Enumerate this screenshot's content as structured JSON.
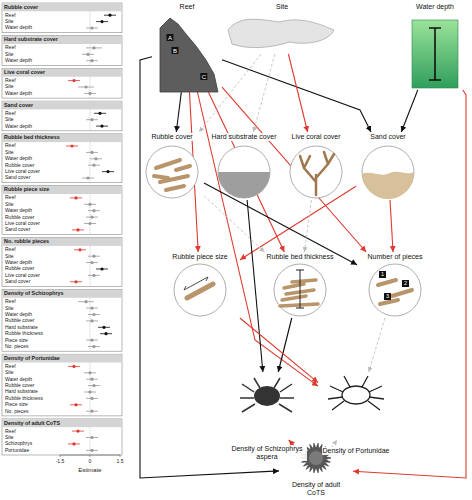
{
  "diagram": {
    "nodes": [
      {
        "text": [
          "Reef"
        ]
      },
      {
        "text": [
          "Site"
        ]
      },
      {
        "text": [
          "Water depth"
        ]
      },
      {
        "text": [
          "Rubble cover"
        ]
      },
      {
        "text": [
          "Hard substrate cover"
        ]
      },
      {
        "text": [
          "Live coral cover"
        ]
      },
      {
        "text": [
          "Sand cover"
        ]
      },
      {
        "text": [
          "Rubble piece size"
        ]
      },
      {
        "text": [
          "Rubble bed thickness"
        ]
      },
      {
        "text": [
          "Number of pieces"
        ]
      },
      {
        "text": [
          "Density of Schizophrys aspera"
        ]
      },
      {
        "text": [
          "Density of Portunidae"
        ]
      },
      {
        "text": [
          "Density of adult CoTS"
        ]
      }
    ],
    "edges": [
      {
        "from": 0,
        "to": 3,
        "arrow": "to"
      },
      {
        "from": 0,
        "to": 6,
        "arrow": "to"
      },
      {
        "from": 0,
        "to": 7,
        "arrow": "to"
      },
      {
        "from": 0,
        "to": 8,
        "arrow": "to"
      },
      {
        "from": 0,
        "to": 9,
        "arrow": "to"
      },
      {
        "from": 0,
        "to": 11,
        "arrow": "to"
      },
      {
        "from": 0,
        "to": 12,
        "arrow": "to"
      },
      {
        "from": 1,
        "to": 5,
        "arrow": "to"
      },
      {
        "from": 1,
        "to": 3,
        "arrow": "to"
      },
      {
        "from": 1,
        "to": 4,
        "arrow": "to"
      },
      {
        "from": 2,
        "to": 6,
        "arrow": "to"
      },
      {
        "from": 2,
        "to": 12,
        "arrow": "to"
      },
      {
        "from": 6,
        "to": 7,
        "arrow": "to"
      },
      {
        "from": 6,
        "to": 9,
        "arrow": "to"
      },
      {
        "from": 3,
        "to": 9,
        "arrow": "to"
      },
      {
        "from": 8,
        "to": 10,
        "arrow": "to"
      },
      {
        "from": 4,
        "to": 10,
        "arrow": "to"
      },
      {
        "from": 7,
        "to": 11,
        "arrow": "to"
      },
      {
        "from": 10,
        "to": 12,
        "arrow": "to"
      },
      {
        "from": 11,
        "to": 12,
        "arrow": "to"
      },
      {
        "from": 5,
        "to": 8,
        "arrow": "to"
      },
      {
        "from": 3,
        "to": 8,
        "arrow": "to"
      },
      {
        "from": 9,
        "to": 11,
        "arrow": "to"
      }
    ],
    "labels": [
      "Rubble cover",
      "Reef",
      "Site",
      "Water depth",
      "Hard substrate cover",
      "Reef",
      "Site",
      "Water depth",
      "Live coral cover",
      "Reef",
      "Site",
      "Water depth",
      "Sand cover",
      "Reef",
      "Site",
      "Water depth",
      "Rubble bed thickness",
      "Reef",
      "Site",
      "Water depth",
      "Rubble cover",
      "Live coral cover",
      "Sand cover",
      "Rubble piece size",
      "Reef",
      "Site",
      "Water depth",
      "Rubble cover",
      "Live coral cover",
      "Sand cover",
      "No. rubble pieces",
      "Reef",
      "Site",
      "Water depth",
      "Rubble cover",
      "Live coral cover",
      "Sand cover",
      "Density of Schizophrys",
      "Reef",
      "Site",
      "Water depth",
      "Rubble cover",
      "Hard substrate",
      "Rubble thickness",
      "Piece size",
      "No. pieces",
      "Density of Portunidae",
      "Reef",
      "Site",
      "Water depth",
      "Rubble cover",
      "Hard substrate",
      "Rubble thickness",
      "Piece size",
      "No. pieces",
      "Density of adult CoTS",
      "Reef",
      "Site",
      "Schizophrys",
      "Portunidae",
      "-1.5",
      "0",
      "1.5",
      "Estimate",
      "A",
      "B",
      "C",
      "1",
      "2",
      "3"
    ]
  }
}
